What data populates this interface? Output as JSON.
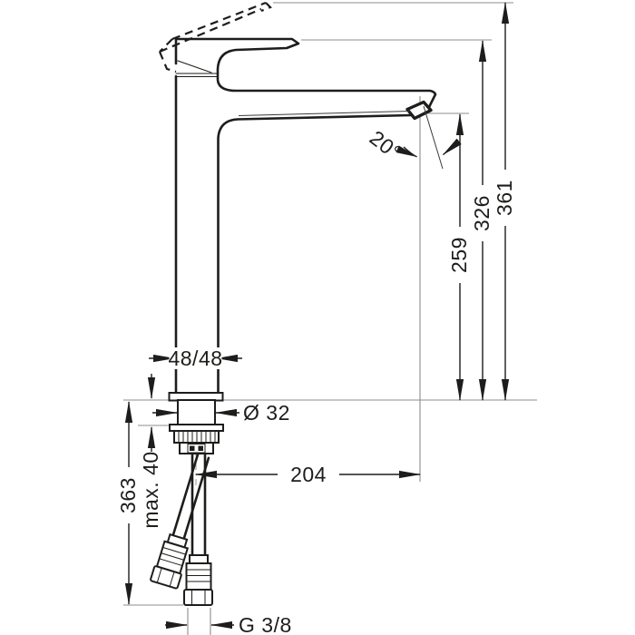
{
  "drawing": {
    "type": "faucet-installation-dimension-drawing",
    "product": "tall single-lever basin mixer with pop-up hardware and supply hoses",
    "units_note": "millimetres (unlabelled, implied)",
    "colors": {
      "line": "#1d1d1b",
      "extension_line": "#8c8c8c",
      "background": "#ffffff"
    },
    "dimensions": {
      "total_height": "361",
      "height_to_handle": "326",
      "spout_height": "259",
      "spout_reach": "204",
      "base_footprint": "48/48",
      "mounting_hole_diameter": "Ø 32",
      "max_counter_thickness": "max. 40",
      "hose_length": "363",
      "connection_thread": "G 3/8",
      "jet_angle": "20°"
    }
  }
}
